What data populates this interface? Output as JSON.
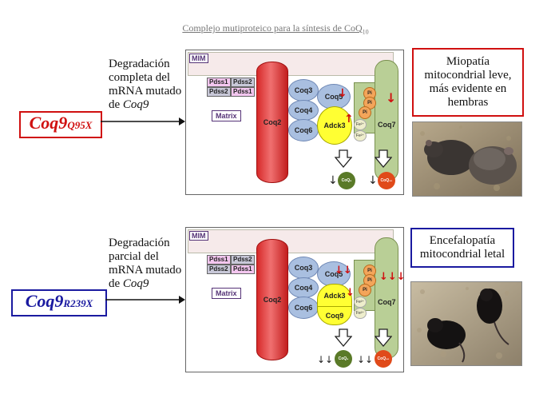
{
  "title": {
    "text": "Complejo mutiproteico para la síntesis de CoQ",
    "subscript": "10"
  },
  "panels": [
    {
      "mutation": {
        "base": "Coq9",
        "superscript": "Q95X",
        "color": "#d01010"
      },
      "degradation_lines": [
        "Degradación",
        "completa del",
        "mRNA mutado",
        "de"
      ],
      "degradation_gene": "Coq9",
      "phenotype_lines": [
        "Miopatía",
        "mitocondrial leve,",
        "más evidente en",
        "hembras"
      ],
      "phenotype_border": "#d01010",
      "coq5_arrow": "↓",
      "coq7_arrow": "↓",
      "adck3_arrow": "↑",
      "product_arrows_left": "↓",
      "product_arrows_right": "↓",
      "has_coq9": false
    },
    {
      "mutation": {
        "base": "Coq9",
        "superscript": "R239X",
        "color": "#1a1aa0"
      },
      "degradation_lines": [
        "Degradación",
        "parcial del",
        "mRNA mutado",
        "de"
      ],
      "degradation_gene": "Coq9",
      "phenotype_lines": [
        "Encefalopatía",
        "mitocondrial letal"
      ],
      "phenotype_border": "#1a1aa0",
      "coq5_arrow": "↓↓",
      "coq7_arrow": "↓↓↓",
      "adck3_arrow": "↓",
      "product_arrows_left": "↓↓↓",
      "product_arrows_right": "↓↓↓",
      "has_coq9": true
    }
  ],
  "diagram_labels": {
    "mim": "MIM",
    "matrix": "Matrix",
    "pdss1": "Pdss1",
    "pdss2": "Pdss2",
    "coq2": "Coq2",
    "coq3": "Coq3",
    "coq4": "Coq4",
    "coq5": "Coq5",
    "coq6": "Coq6",
    "coq7": "Coq7",
    "coq9": "Coq9",
    "adck3": "Adck3",
    "pi": "Pi",
    "fe": "Fe²⁺",
    "product_left": "CoQ₉",
    "product_right": "CoQ₁₀"
  },
  "colors": {
    "product_left": "#5a7a28",
    "product_right": "#e04a1a"
  }
}
